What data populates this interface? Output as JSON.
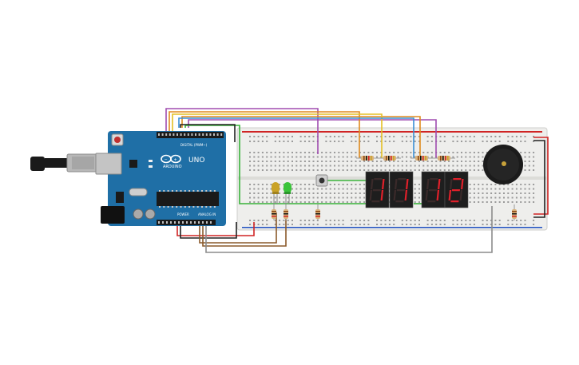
{
  "arduino": {
    "logo_text": "ARDUINO",
    "model_text": "UNO",
    "digital_label": "DIGITAL (PWM~)",
    "power_label": "POWER",
    "analog_label": "ANALOG IN",
    "brand_color": "#1f6fa6"
  },
  "displays": {
    "digit_color": "#e0202a",
    "digits": [
      "1",
      "1",
      "1",
      "2"
    ]
  },
  "leds": {
    "colors": [
      "#c9a227",
      "#3ac43a"
    ]
  },
  "wires": {
    "colors": {
      "purple": "#a04db0",
      "orange": "#e08a1e",
      "yellow": "#e5c024",
      "blue": "#3a8fd6",
      "green": "#38b23a",
      "red": "#d02424",
      "black": "#222222",
      "brown": "#8a5a2b",
      "gray": "#8c8c8c"
    }
  }
}
